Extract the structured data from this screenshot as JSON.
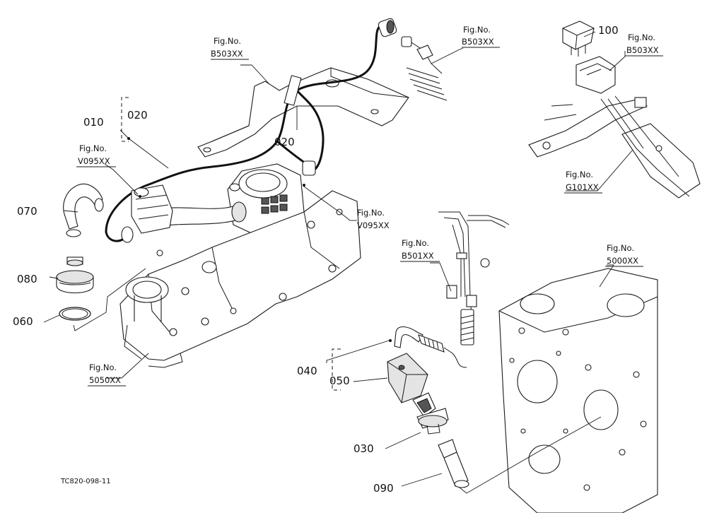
{
  "callouts": {
    "c010": "010",
    "c020a": "020",
    "c020b": "020",
    "c030": "030",
    "c040": "040",
    "c050": "050",
    "c060": "060",
    "c070": "070",
    "c080": "080",
    "c090": "090",
    "c100": "100"
  },
  "figrefs": {
    "fig_b503_a": {
      "top": "Fig.No.",
      "bottom": "B503XX"
    },
    "fig_b503_b": {
      "top": "Fig.No.",
      "bottom": "B503XX"
    },
    "fig_b503_c": {
      "top": "Fig.No.",
      "bottom": "B503XX"
    },
    "fig_v095_a": {
      "top": "Fig.No.",
      "bottom": "V095XX"
    },
    "fig_v095_b": {
      "top": "Fig.No.",
      "bottom": "V095XX"
    },
    "fig_g101": {
      "top": "Fig.No.",
      "bottom": "G101XX"
    },
    "fig_b501": {
      "top": "Fig.No.",
      "bottom": "B501XX"
    },
    "fig_5000": {
      "top": "Fig.No.",
      "bottom": "5000XX"
    },
    "fig_5050": {
      "top": "Fig.No.",
      "bottom": "5050XX"
    }
  },
  "drawing_code": "TC820-098-11"
}
